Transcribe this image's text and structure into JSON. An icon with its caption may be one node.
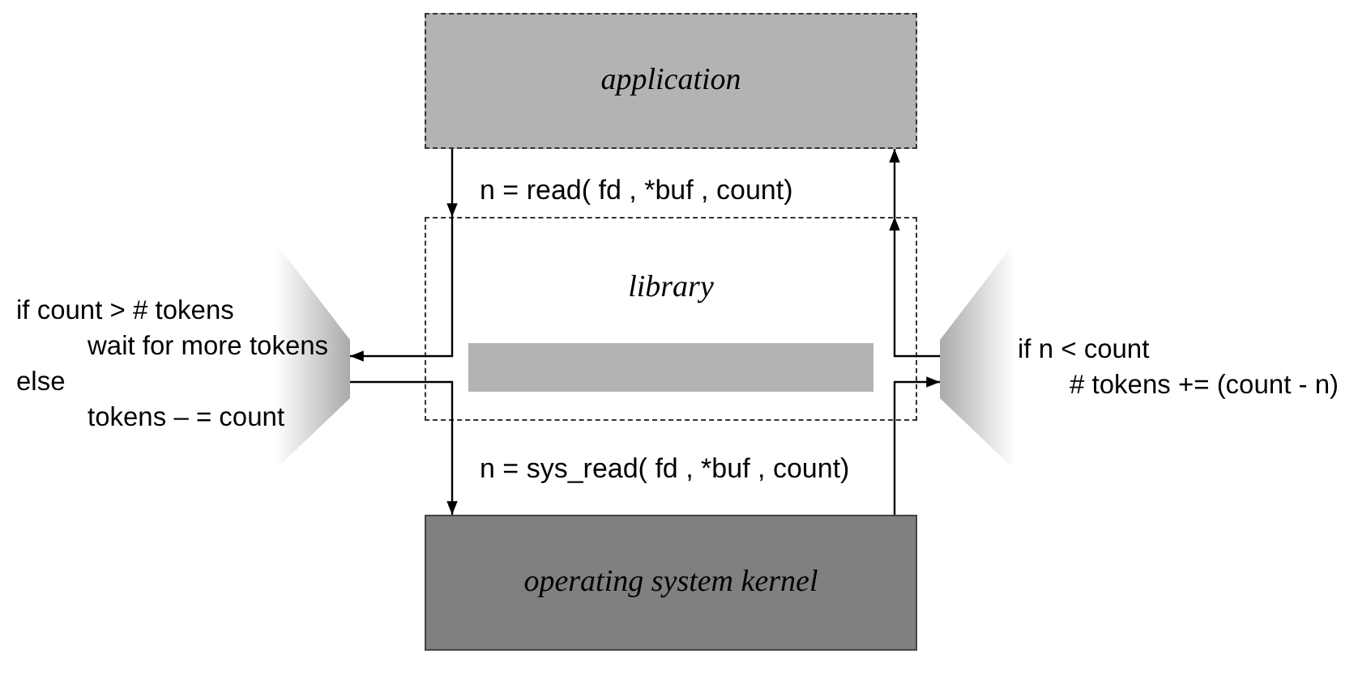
{
  "diagram": {
    "nodes": [
      {
        "text": [
          "application"
        ]
      },
      {
        "text": [
          "library"
        ]
      },
      {
        "text": [],
        "shape": "bar",
        "in": 1
      },
      {
        "text": [
          "operating system kernel"
        ]
      },
      {
        "text": [
          "if count > # tokens",
          "wait for more tokens",
          "else",
          "tokens – = count"
        ]
      },
      {
        "text": [
          "if n < count",
          "# tokens += (count - n)"
        ]
      }
    ],
    "edges": [
      {
        "from": 0,
        "to": 1,
        "arrow": "to",
        "label": "n = read( fd , *buf , count)"
      },
      {
        "from": 1,
        "to": 4,
        "arrow": "to"
      },
      {
        "from": 4,
        "to": 3,
        "arrow": "to",
        "label": "n = sys_read( fd , *buf , count)"
      },
      {
        "from": 3,
        "to": 5,
        "arrow": "to"
      },
      {
        "from": 5,
        "to": 1,
        "arrow": "to"
      },
      {
        "from": 1,
        "to": 0,
        "arrow": "to"
      }
    ]
  }
}
